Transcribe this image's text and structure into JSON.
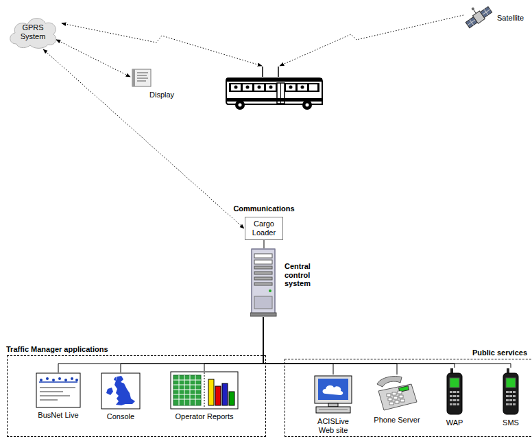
{
  "diagram": {
    "nodes": [
      {
        "text": [
          "GPRS System"
        ]
      },
      {
        "text": [
          "Satellite"
        ]
      },
      {
        "text": [
          "Display"
        ]
      },
      {
        "text": [
          "Communications",
          "Cargo Loader"
        ]
      },
      {
        "text": [
          "Central control system"
        ]
      },
      {
        "text": [
          "Traffic Manager applications"
        ]
      },
      {
        "text": [
          "BusNet Live"
        ],
        "in": 5
      },
      {
        "text": [
          "Console"
        ],
        "in": 5
      },
      {
        "text": [
          "Operator Reports"
        ],
        "in": 5
      },
      {
        "text": [
          "Public services"
        ]
      },
      {
        "text": [
          "ACISLive Web site"
        ],
        "in": 9
      },
      {
        "text": [
          "Phone Server"
        ],
        "in": 9
      },
      {
        "text": [
          "WAP"
        ],
        "in": 9
      },
      {
        "text": [
          "SMS"
        ],
        "in": 9
      }
    ],
    "edges": [
      {
        "from": 0,
        "to": 2,
        "arrow": "both"
      },
      {
        "from": 0,
        "to": 3,
        "arrow": "both"
      },
      {
        "from": 3,
        "to": 4,
        "arrow": "none"
      },
      {
        "from": 4,
        "to": 6,
        "arrow": "none"
      },
      {
        "from": 4,
        "to": 7,
        "arrow": "none"
      },
      {
        "from": 4,
        "to": 8,
        "arrow": "none"
      },
      {
        "from": 4,
        "to": 10,
        "arrow": "none"
      },
      {
        "from": 4,
        "to": 11,
        "arrow": "none"
      },
      {
        "from": 4,
        "to": 12,
        "arrow": "none"
      },
      {
        "from": 4,
        "to": 13,
        "arrow": "none"
      }
    ]
  }
}
